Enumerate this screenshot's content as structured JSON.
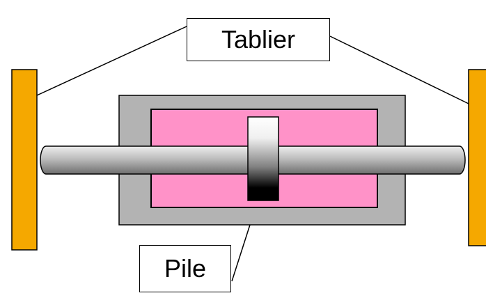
{
  "labels": {
    "tablier": "Tablier",
    "pile": "Pile"
  },
  "colors": {
    "deck_plate": "#F5A800",
    "housing_outer": "#B3B3B3",
    "housing_inner": "#FF92C8",
    "rod_light": "#F0F0F0",
    "rod_dark": "#6E6E6E",
    "piston_top": "#FFFFFF",
    "piston_bottom": "#000000"
  },
  "components": {
    "left_plate": "deck-end-plate",
    "right_plate": "deck-end-plate",
    "housing": "pile-housing",
    "chamber": "damper-chamber",
    "rod": "connecting-rod",
    "piston": "piston"
  }
}
